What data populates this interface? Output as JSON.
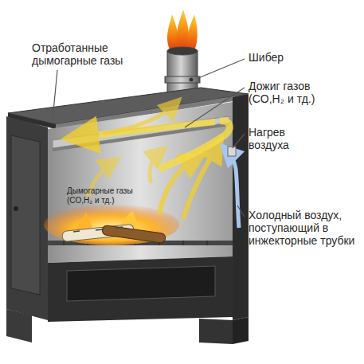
{
  "diagram": {
    "labels": [
      "Отработанные дымогарные газы",
      "Шибер",
      "Дожиг газов (CO,H₂ и тд.)",
      "Нагрев воздуха",
      "Дымогарные газы (CO,H₂ и тд.)",
      "Холодный воздух, поступающий в инжекторные трубки"
    ]
  }
}
